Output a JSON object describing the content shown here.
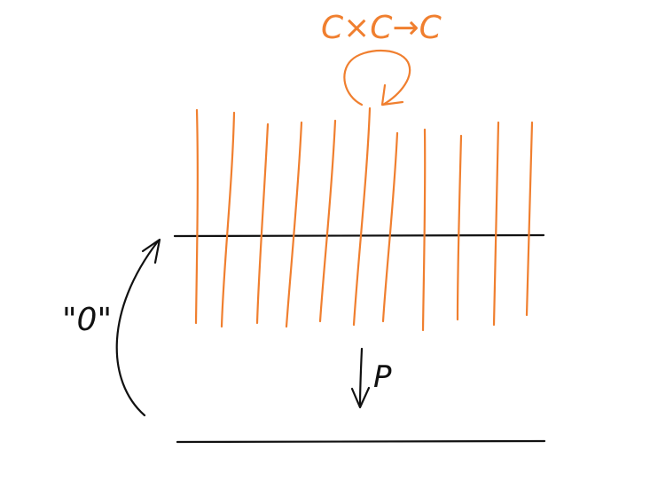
{
  "labels": {
    "map_label": "C×C→C",
    "zero_label": "\"0\"",
    "projection_label": "P"
  },
  "colors": {
    "background": "#ffffff",
    "ink": "#111111",
    "accent": "#f07f2f"
  },
  "fibers": {
    "count": 11
  }
}
